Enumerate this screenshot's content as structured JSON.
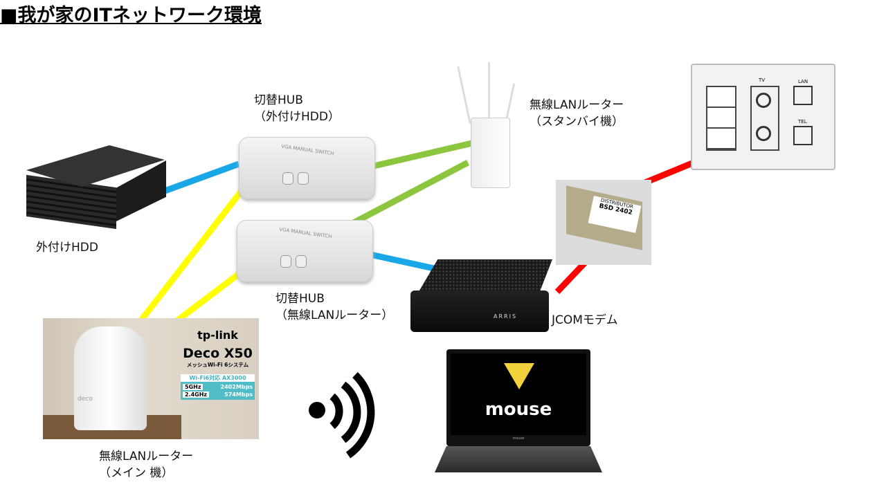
{
  "title": "■我が家のITネットワーク環境",
  "labels": {
    "hdd": "外付けHDD",
    "hub1": "切替HUB\n（外付けHDD）",
    "hub2": "切替HUB\n（無線LANルーター）",
    "router_standby": "無線LANルーター\n（スタンバイ機）",
    "router_main": "無線LANルーター\n（メイン 機）",
    "modem": "JCOMモデム"
  },
  "deco": {
    "brand": "tp-link",
    "model": "Deco X50",
    "subtitle": "メッシュWi-Fi 6システム",
    "spec": "Wi-Fi6対応 AX3000",
    "bands": [
      {
        "band": "5GHz",
        "speed": "2402Mbps"
      },
      {
        "band": "2.4GHz",
        "speed": "574Mbps"
      }
    ],
    "device_text": "deco"
  },
  "hub_text": "VGA MANUAL SWITCH",
  "outlet": {
    "tv": "TV",
    "lan": "LAN",
    "tel": "TEL"
  },
  "distributor": {
    "header": "DISTRIBUTOR",
    "model": "BSD 2402"
  },
  "modem_brand": "ARRIS",
  "laptop": {
    "logo": "mouse",
    "bezel": "mouse"
  },
  "colors": {
    "blue": "#1aa7e8",
    "green": "#8cc63f",
    "yellow": "#ffff00",
    "red": "#ff0000"
  }
}
